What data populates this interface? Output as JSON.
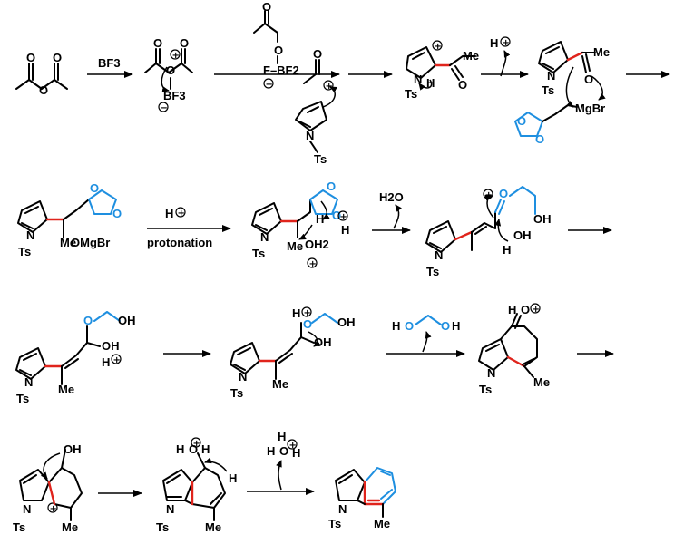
{
  "reagents": {
    "bf3": "BF3",
    "h_plus": "H",
    "protonation": "protonation",
    "water": "H2O",
    "acetyl_fbf2": "F–BF2"
  },
  "atoms": {
    "O": "O",
    "N": "N",
    "Ts": "Ts",
    "Me": "Me",
    "H": "H",
    "OH": "OH",
    "MgBr": "MgBr",
    "OMgBr": "OMgBr",
    "BF3": "BF3",
    "OH2": "OH2",
    "F": "F",
    "B": "B"
  },
  "colors": {
    "new_bond": "#e0241c",
    "dioxolane_fragment": "#1e8fe0"
  }
}
